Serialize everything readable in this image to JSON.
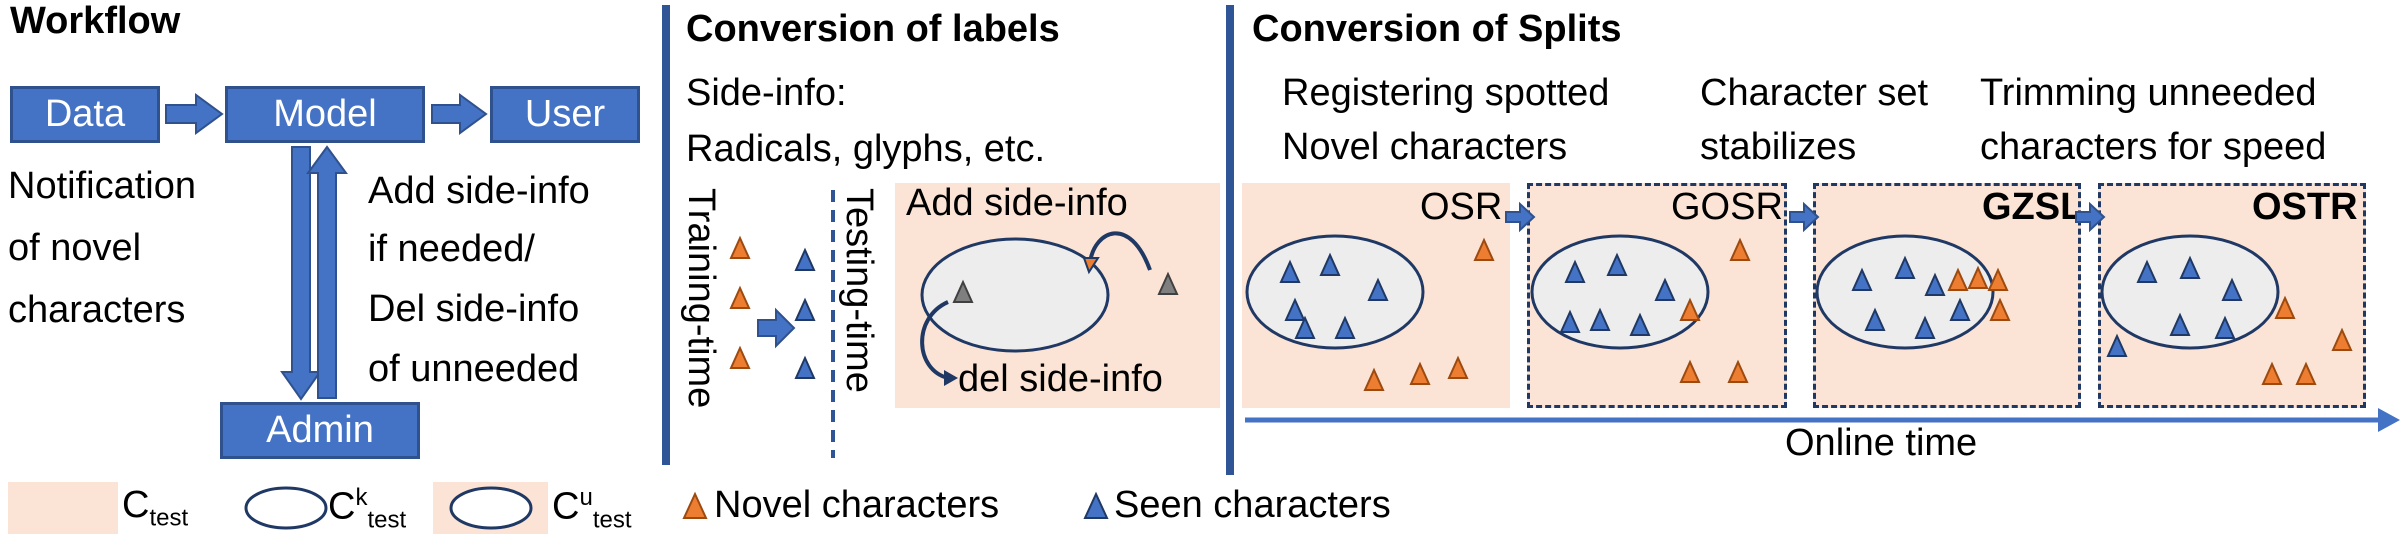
{
  "workflow": {
    "title": "Workflow",
    "data_box": "Data",
    "model_box": "Model",
    "user_box": "User",
    "admin_box": "Admin",
    "notification": [
      "Notification",
      "of novel",
      "characters"
    ],
    "side_info": [
      "Add side-info",
      "if needed/",
      "Del side-info",
      "of unneeded"
    ]
  },
  "labels": {
    "title": "Conversion of labels",
    "sideinfo": [
      "Side-info:",
      "Radicals, glyphs, etc."
    ],
    "training": "Training-time",
    "testing": "Testing-time",
    "add": "Add side-info",
    "del": "del side-info"
  },
  "splits": {
    "title": "Conversion of Splits",
    "desc1": [
      "Registering spotted",
      "Novel characters"
    ],
    "desc2": [
      "Character set",
      "stabilizes"
    ],
    "desc3": [
      "Trimming unneeded",
      "characters for speed"
    ],
    "osr": "OSR",
    "gosr": "GOSR",
    "gzsl": "GZSL",
    "ostr": "OSTR",
    "time": "Online time"
  },
  "legend": {
    "ctest": "C",
    "ctest_sub": "test",
    "ck": "C",
    "ck_sup": "k",
    "ck_sub": "test",
    "cu": "C",
    "cu_sup": "u",
    "cu_sub": "test",
    "novel": "Novel characters",
    "seen": "Seen characters"
  },
  "colors": {
    "blue_box": "#4472c4",
    "seen_triangle": "#4472c4",
    "novel_triangle": "#ed7d31",
    "peach": "#fbe4d5",
    "ellipse_fill": "#ededed",
    "divider": "#2f5597"
  }
}
